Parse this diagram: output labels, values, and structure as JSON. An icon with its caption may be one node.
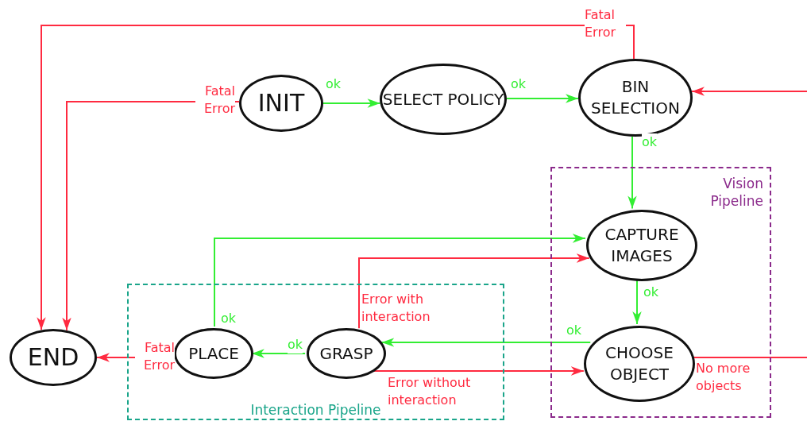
{
  "diagram": {
    "nodes": [
      {
        "text": [
          "INIT"
        ]
      },
      {
        "text": [
          "SELECT POLICY"
        ]
      },
      {
        "text": [
          "BIN SELECTION"
        ]
      },
      {
        "text": [
          "Vision Pipeline"
        ]
      },
      {
        "text": [
          "CAPTURE IMAGES"
        ],
        "in": 3
      },
      {
        "text": [
          "Interaction Pipeline"
        ]
      },
      {
        "text": [
          "END"
        ]
      },
      {
        "text": [
          "PLACE"
        ],
        "in": 5
      },
      {
        "text": [
          "GRASP"
        ],
        "in": 5
      },
      {
        "text": [
          "CHOOSE OBJECT"
        ],
        "in": 3
      }
    ],
    "edges": [
      {
        "from": 0,
        "to": 1,
        "arrow": "to",
        "label": "ok",
        "color": "#33ee33"
      },
      {
        "from": 1,
        "to": 2,
        "arrow": "to",
        "label": "ok",
        "color": "#33ee33"
      },
      {
        "from": 2,
        "to": 4,
        "arrow": "to",
        "label": "ok",
        "color": "#33ee33"
      },
      {
        "from": 4,
        "to": 9,
        "arrow": "to",
        "label": "ok",
        "color": "#33ee33"
      },
      {
        "from": 9,
        "to": 8,
        "arrow": "to",
        "label": "ok",
        "color": "#33ee33"
      },
      {
        "from": 8,
        "to": 7,
        "arrow": "to",
        "label": "ok",
        "color": "#33ee33"
      },
      {
        "from": 7,
        "to": 6,
        "arrow": "to",
        "label": "Fatal Error",
        "color": "#ff2a40"
      },
      {
        "from": 7,
        "to": 4,
        "arrow": "to",
        "label": "ok",
        "color": "#33ee33"
      },
      {
        "from": 8,
        "to": 4,
        "arrow": "to",
        "label": "Error with interaction",
        "color": "#ff2a40"
      },
      {
        "from": 8,
        "to": 9,
        "arrow": "to",
        "label": "Error without interaction",
        "color": "#ff2a40"
      },
      {
        "from": 9,
        "to": null,
        "arrow": "none",
        "label": "No more objects",
        "color": "#ff2a40"
      },
      {
        "from": null,
        "to": 2,
        "arrow": "to",
        "color": "#ff2a40"
      },
      {
        "from": 2,
        "to": 6,
        "arrow": "to",
        "label": "Fatal Error",
        "color": "#ff2a40"
      },
      {
        "from": 0,
        "to": 6,
        "arrow": "to",
        "label": "Fatal Error",
        "color": "#ff2a40"
      }
    ]
  }
}
